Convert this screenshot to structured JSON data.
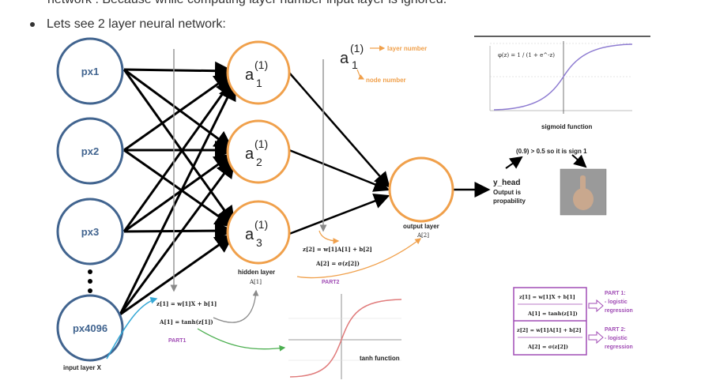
{
  "top_cut_text": "network . Because while computing layer number input layer is ignored.",
  "bullet_text": "Lets see 2 layer neural network:",
  "input_nodes": [
    "px1",
    "px2",
    "px3",
    "px4096"
  ],
  "hidden_nodes": [
    {
      "base": "a",
      "sup": "(1)",
      "sub": "1"
    },
    {
      "base": "a",
      "sup": "(1)",
      "sub": "2"
    },
    {
      "base": "a",
      "sup": "(1)",
      "sub": "3"
    }
  ],
  "legend": {
    "base": "a",
    "sup": "(1)",
    "sub": "1",
    "layer_label": "layer number",
    "node_label": "node number"
  },
  "labels": {
    "input_layer": "input layer X",
    "hidden_layer": "hidden layer",
    "hidden_act": "A[1]",
    "output_layer": "output layer",
    "output_act": "A[2]",
    "part1": "PART1",
    "part2": "PART2",
    "y_head": "y_head",
    "output_is": "Output is",
    "probability": "propability",
    "sign_note": "(0.9) > 0.5 so it is sign 1",
    "sigmoid_caption": "sigmoid function",
    "sigmoid_formula": "φ(z) = 1 / (1 + e^-z)",
    "tanh_caption": "tanh function"
  },
  "equations": {
    "part1_z": "z[1] = w[1]X + b[1]",
    "part1_a": "A[1] = tanh(z[1])",
    "part2_z": "z[2] = w[1]A[1] + b[2]",
    "part2_a": "A[2] = σ(z[2])"
  },
  "summary_box": {
    "row1": "z[1] = w[1]X + b[1]",
    "row2": "A[1] = tanh(z[1])",
    "row3": "z[2] = w[1]A[1] + b[2]",
    "row4": "A[2] = σ(z[2])",
    "part1_title": "PART 1:",
    "part1_line1": "- logistic",
    "part1_line2": "regression",
    "part2_title": "PART 2:",
    "part2_line1": "- logistic",
    "part2_line2": "regression"
  },
  "colors": {
    "input_node": "#41648f",
    "hidden_node": "#f0a04b",
    "part1_curve": "#36a8d6",
    "part2_curve": "#4caf50",
    "purple": "#a14db5",
    "gray_curve": "#8a8a8a"
  }
}
